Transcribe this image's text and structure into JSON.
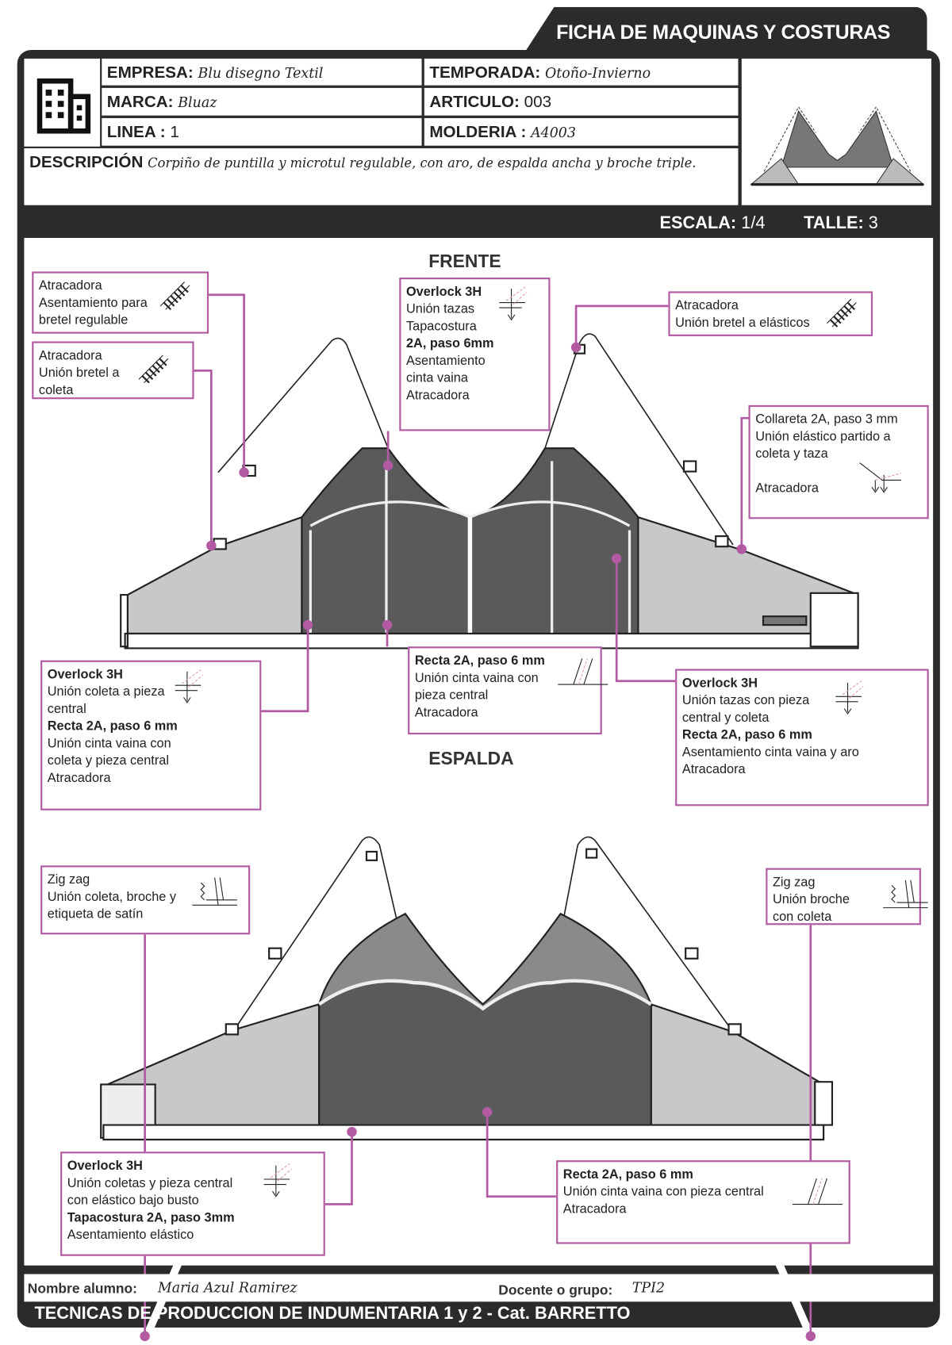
{
  "title": "FICHA  DE MAQUINAS Y COSTURAS",
  "header": {
    "empresa_label": "EMPRESA:",
    "empresa": "Blu disegno Textil",
    "temporada_label": "TEMPORADA:",
    "temporada": "Otoño-Invierno",
    "marca_label": "MARCA:",
    "marca": "Bluaz",
    "articulo_label": "ARTICULO:",
    "articulo": "003",
    "linea_label": "LINEA :",
    "linea": "1",
    "molderia_label": "MOLDERIA :",
    "molderia": "A4003",
    "descripcion_label": "DESCRIPCIÓN",
    "descripcion": "Corpiño de puntilla y microtul regulable, con aro, de espalda ancha y broche triple.",
    "escala_label": "ESCALA:",
    "escala": "1/4",
    "talle_label": "TALLE:",
    "talle": "3"
  },
  "views": {
    "front": "FRENTE",
    "back": "ESPALDA"
  },
  "callouts": [
    {
      "lines": [
        {
          "t": "Atracadora",
          "b": false
        },
        {
          "t": "Asentamiento para",
          "b": false
        },
        {
          "t": "bretel regulable",
          "b": false
        }
      ],
      "icon": "bartack-icon"
    },
    {
      "lines": [
        {
          "t": "Atracadora",
          "b": false
        },
        {
          "t": "Unión bretel a",
          "b": false
        },
        {
          "t": "coleta",
          "b": false
        }
      ],
      "icon": "bartack-icon"
    },
    {
      "lines": [
        {
          "t": "Overlock 3H",
          "b": true
        },
        {
          "t": "Unión tazas",
          "b": false
        },
        {
          "t": "Tapacostura",
          "b": false
        },
        {
          "t": "2A, paso 6mm",
          "b": true
        },
        {
          "t": "Asentamiento",
          "b": false
        },
        {
          "t": "cinta vaina",
          "b": false
        },
        {
          "t": "Atracadora",
          "b": false
        }
      ],
      "icon": "overlock-icon"
    },
    {
      "lines": [
        {
          "t": "Atracadora",
          "b": false
        },
        {
          "t": "Unión bretel a elásticos",
          "b": false
        }
      ],
      "icon": "bartack-icon"
    },
    {
      "lines": [
        {
          "t": "Collareta 2A, paso 3 mm",
          "b": false
        },
        {
          "t": "Unión elástico partido a",
          "b": false
        },
        {
          "t": "coleta y taza",
          "b": false
        },
        {
          "t": "",
          "b": false
        },
        {
          "t": "Atracadora",
          "b": false
        }
      ],
      "icon": "coverstitch-icon"
    },
    {
      "lines": [
        {
          "t": "Overlock 3H",
          "b": true
        },
        {
          "t": "Unión coleta a pieza",
          "b": false
        },
        {
          "t": "central",
          "b": false
        },
        {
          "t": "Recta 2A, paso 6 mm",
          "b": true
        },
        {
          "t": "Unión cinta vaina con",
          "b": false
        },
        {
          "t": "coleta y pieza central",
          "b": false
        },
        {
          "t": "Atracadora",
          "b": false
        }
      ],
      "icon": "overlock-icon"
    },
    {
      "lines": [
        {
          "t": "Recta 2A, paso 6 mm",
          "b": true
        },
        {
          "t": "Unión cinta vaina con",
          "b": false
        },
        {
          "t": "pieza central",
          "b": false
        },
        {
          "t": "Atracadora",
          "b": false
        }
      ],
      "icon": "straight-stitch-icon"
    },
    {
      "lines": [
        {
          "t": "Overlock 3H",
          "b": true
        },
        {
          "t": "Unión tazas con pieza",
          "b": false
        },
        {
          "t": "central y coleta",
          "b": false
        },
        {
          "t": "Recta 2A, paso 6 mm",
          "b": true
        },
        {
          "t": "Asentamiento cinta vaina y aro",
          "b": false
        },
        {
          "t": "Atracadora",
          "b": false
        }
      ],
      "icon": "overlock-icon"
    },
    {
      "lines": [
        {
          "t": "Zig zag",
          "b": false
        },
        {
          "t": "Unión coleta, broche y",
          "b": false
        },
        {
          "t": "etiqueta de satín",
          "b": false
        }
      ],
      "icon": "zigzag-icon"
    },
    {
      "lines": [
        {
          "t": "Zig zag",
          "b": false
        },
        {
          "t": "Unión broche",
          "b": false
        },
        {
          "t": "con coleta",
          "b": false
        }
      ],
      "icon": "zigzag-icon"
    },
    {
      "lines": [
        {
          "t": "Overlock 3H",
          "b": true
        },
        {
          "t": "Unión coletas y pieza central",
          "b": false
        },
        {
          "t": "con elástico bajo busto",
          "b": false
        },
        {
          "t": "Tapacostura 2A, paso 3mm",
          "b": true
        },
        {
          "t": "Asentamiento elástico",
          "b": false
        }
      ],
      "icon": "overlock-icon"
    },
    {
      "lines": [
        {
          "t": "Recta 2A, paso 6 mm",
          "b": true
        },
        {
          "t": "Unión cinta vaina con pieza central",
          "b": false
        },
        {
          "t": "Atracadora",
          "b": false
        }
      ],
      "icon": "straight-stitch-icon"
    }
  ],
  "footer": {
    "alumno_label": "Nombre alumno:",
    "alumno": "Maria Azul Ramirez",
    "docente_label": "Docente o grupo:",
    "docente": "TPI2",
    "course": "TECNICAS DE PRODUCCION DE INDUMENTARIA 1 y 2 - Cat. BARRETTO"
  },
  "colors": {
    "frame": "#2b2b2b",
    "callout_border": "#b25ba3",
    "lace": "#5a5a5a",
    "mesh": "#c8c8c8"
  }
}
